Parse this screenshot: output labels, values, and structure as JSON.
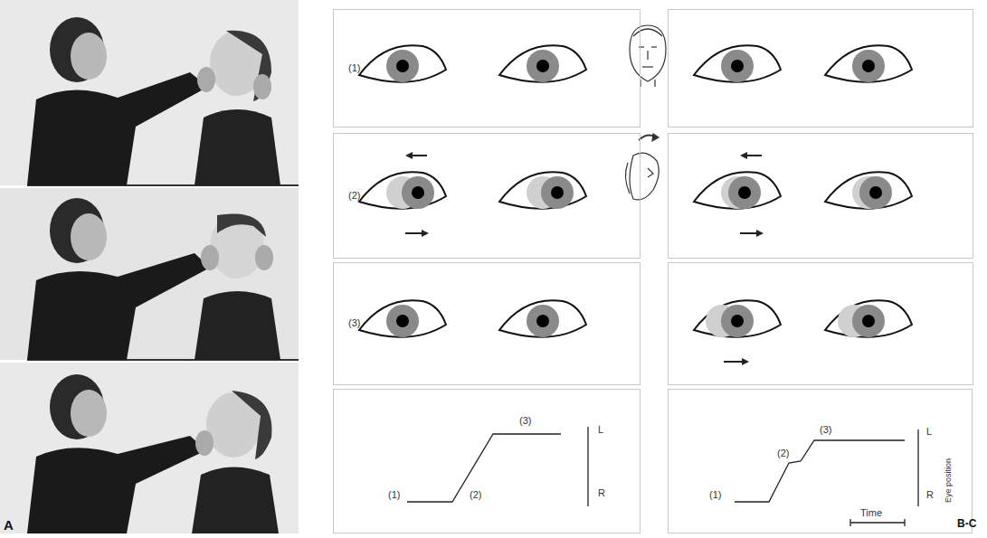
{
  "diagram": {
    "nodes": [
      {
        "text": [
          "(1)"
        ]
      },
      {
        "text": [
          "(2)"
        ]
      },
      {
        "text": [
          "(3)"
        ]
      },
      {
        "text": [
          "(1)",
          "(2)",
          "(3)",
          "L",
          "R"
        ]
      },
      {
        "text": [
          "(1)",
          "(2)",
          "(3)",
          "L",
          "R",
          "Eye position",
          "Time"
        ]
      }
    ],
    "labels": [
      "A",
      "B-C"
    ]
  }
}
